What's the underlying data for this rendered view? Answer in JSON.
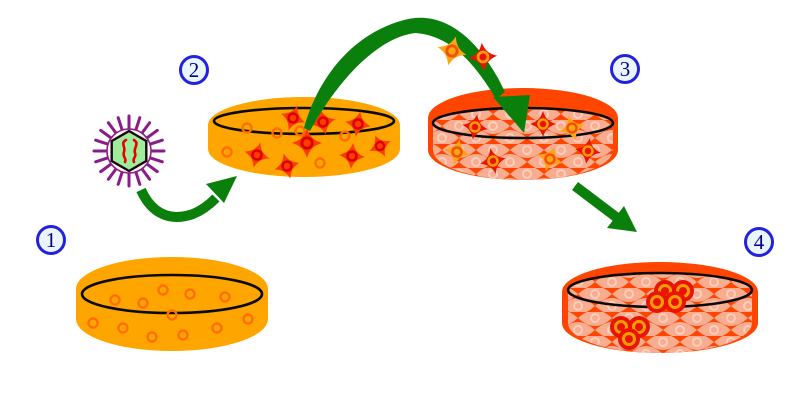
{
  "diagram": {
    "steps": [
      {
        "number": "1"
      },
      {
        "number": "2"
      },
      {
        "number": "3"
      },
      {
        "number": "4"
      }
    ]
  },
  "icons": {
    "virus": "virus-icon",
    "dish_step1": "petri-dish-fibroblasts-icon",
    "dish_step2": "petri-dish-transfected-cells-icon",
    "dish_step3": "petri-dish-feeder-cells-icon",
    "dish_step4": "petri-dish-ips-colonies-icon",
    "arrow_1_to_2": "curved-arrow-icon",
    "arrow_2_to_3": "arc-arrow-icon",
    "arrow_3_to_4": "straight-arrow-icon",
    "badge": "numbered-step-badge"
  },
  "colors": {
    "dish_orange": "#FFA500",
    "dish_red": "#FF4500",
    "arrow_green": "#0B7F0B",
    "outline_black": "#0A0A0A",
    "badge_border": "#2222DD",
    "badge_fill": "#EBF5FF",
    "badge_text": "#000080",
    "cell_red": "#E91400",
    "cell_red_ring": "#FF9C00",
    "cell_orange": "#FFA413",
    "cell_orange_ring": "#F05300",
    "dish2_cell": "#FB3D00",
    "dish2_cell_ring": "#DD0000",
    "small_cell_ring": "#FF6F00",
    "feeder_fill": "#F8AC90",
    "feeder_ring": "#FFCDBA",
    "virus_spike": "#8B1A8B",
    "virus_envelope": "#FFF6E8",
    "virus_capsid": "#9FEC9B",
    "virus_capsid_stroke": "#1A051A",
    "virus_rna": "#E80000"
  }
}
